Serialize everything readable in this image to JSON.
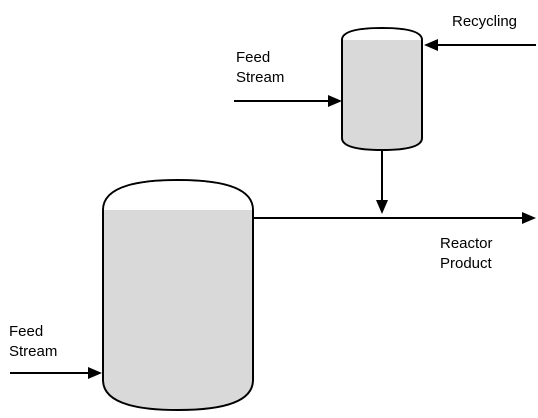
{
  "labels": {
    "feed_stream_top": [
      "Feed",
      "Stream"
    ],
    "recycling": "Recycling",
    "reactor_product": [
      "Reactor",
      "Product"
    ],
    "feed_stream_bottom": [
      "Feed",
      "Stream"
    ]
  },
  "colors": {
    "liquid_fill": "#d9d9d9",
    "headspace_fill": "#ffffff",
    "line": "#000000",
    "background": "#ffffff"
  }
}
